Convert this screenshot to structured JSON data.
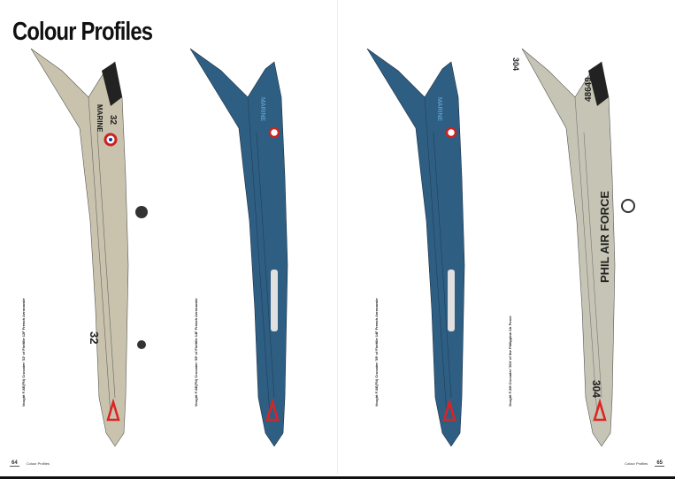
{
  "title": "Colour Profiles",
  "profiles": [
    {
      "caption": "Vought F-8E(FN) Crusader '32' of Flottille 12F French Aeronavale",
      "markings": [
        "32",
        "MARINE",
        "32"
      ],
      "color": "#c9c3ad"
    },
    {
      "caption": "Vought F-8E(FN) Crusader '39' of Flottille 14F French Aeronavale",
      "markings": [
        "MARINE"
      ],
      "color": "#2f5e83"
    },
    {
      "caption": "Vought F-8E(FN) Crusader '39' of Flottille 14F French Aeronavale",
      "markings": [
        "MARINE"
      ],
      "color": "#2f5e83"
    },
    {
      "caption": "Vought F-8H Crusader '304' of the Philippine Air Force",
      "markings": [
        "304",
        "48649",
        "PHIL AIR FORCE",
        "304"
      ],
      "color": "#c6c4b4"
    }
  ],
  "footer": {
    "left_page": "64",
    "left_label": "Colour Profiles",
    "right_label": "Colour Profiles",
    "right_page": "65"
  }
}
